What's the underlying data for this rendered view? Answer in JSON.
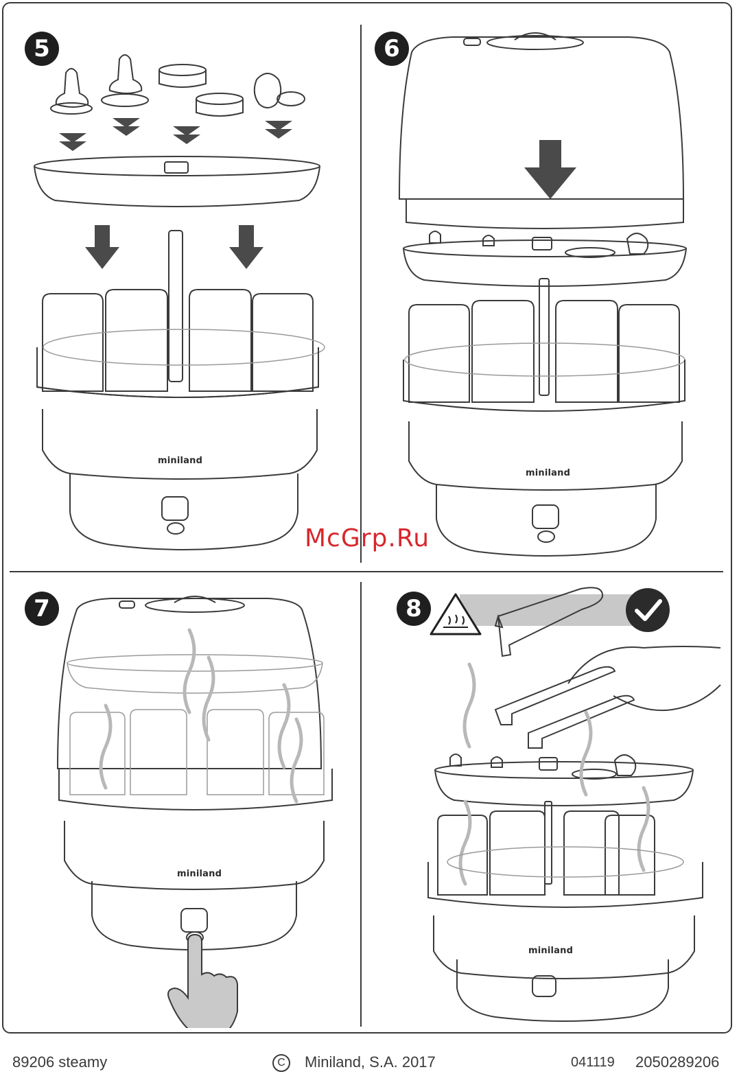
{
  "steps": [
    {
      "number": "5",
      "brand": "miniland"
    },
    {
      "number": "6",
      "brand": "miniland"
    },
    {
      "number": "7",
      "brand": "miniland"
    },
    {
      "number": "8",
      "brand": "miniland"
    }
  ],
  "watermark": "McGrp.Ru",
  "footer": {
    "model": "89206 steamy",
    "copyright_symbol": "C",
    "company": "Miniland, S.A. 2017",
    "code1": "041119",
    "code2": "2050289206"
  },
  "icons": {
    "warning": "hot-surface-warning-icon",
    "check": "check-icon",
    "tongs": "tongs-icon",
    "hand": "pointing-hand-icon"
  }
}
